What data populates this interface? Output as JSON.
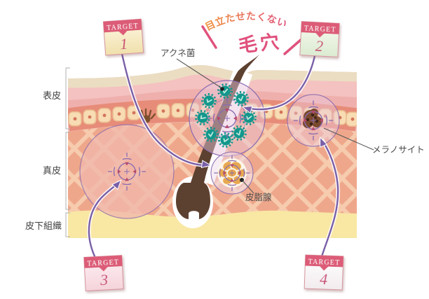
{
  "headline": {
    "tagline": "目立たせたくない",
    "title": "毛穴",
    "tagline_color_from": "#f0963e",
    "tagline_color_to": "#e0517d",
    "accent_color": "#e0517d"
  },
  "badges": [
    {
      "label": "TARGET",
      "number": "1",
      "body_tint": "#f1e0ac"
    },
    {
      "label": "TARGET",
      "number": "2",
      "body_tint": "#dcebd2"
    },
    {
      "label": "TARGET",
      "number": "3",
      "body_tint": "#f5d4db"
    },
    {
      "label": "TARGET",
      "number": "4",
      "body_tint": "#f2ebee"
    }
  ],
  "anatomy_labels": {
    "acne_bacteria": "アクネ菌",
    "sebaceous_gland": "皮脂腺",
    "melanocyte": "メラノサイト"
  },
  "layer_labels": {
    "epidermis": "表皮",
    "dermis": "真皮",
    "subcutaneous": "皮下組織"
  },
  "colors": {
    "badge_header": "#dc5b77",
    "connector_purple": "#7a5fa8",
    "germ_teal": "#12978c",
    "stratum_corneum": "#ebddc2",
    "epidermis_pink": "#f4c2c0",
    "cell_band": "#e78c79",
    "cell_fill": "#f8dcb3",
    "dermis": "#efa78b",
    "crosshatch": "#f7cfb2",
    "subcutis_yellow": "#f9e7a4",
    "hair_brown": "#5d4130",
    "target_ring_purple": "#8a6bb0"
  },
  "icon_names": [
    "acne-germ-icon",
    "crosshair-target-icon",
    "hair-follicle-illustration",
    "melanocyte-blob-icon",
    "sebaceous-gland-icon",
    "arrow-head-icon"
  ]
}
